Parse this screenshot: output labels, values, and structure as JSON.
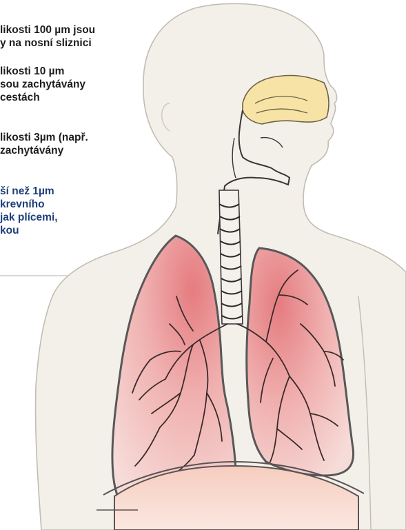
{
  "notes": [
    {
      "lines": [
        "likosti 100 µm jsou",
        "y na nosní sliznici"
      ]
    },
    {
      "lines": [
        "likosti 10 µm",
        "sou zachytávány",
        "cestách"
      ]
    },
    {
      "lines": [
        "likosti 3µm (např.",
        "zachytávány"
      ]
    },
    {
      "lines": [
        "ší než 1µm",
        "krevního",
        "jak plícemi,",
        "kou"
      ]
    }
  ],
  "colors": {
    "body_fill": "#f3efe9",
    "body_outline": "#c2bcb3",
    "nasal_cavity": "#f7e3a6",
    "trachea": "#f4f1ec",
    "lung_fill": "#f2c2c0",
    "lung_core": "#e57c80",
    "bronchi": "#3a2a2a",
    "diaphragm": "#f2c9bc",
    "highlight_text": "#1f3f7a"
  },
  "icons": {
    "figure": "human-respiratory-system-icon"
  }
}
